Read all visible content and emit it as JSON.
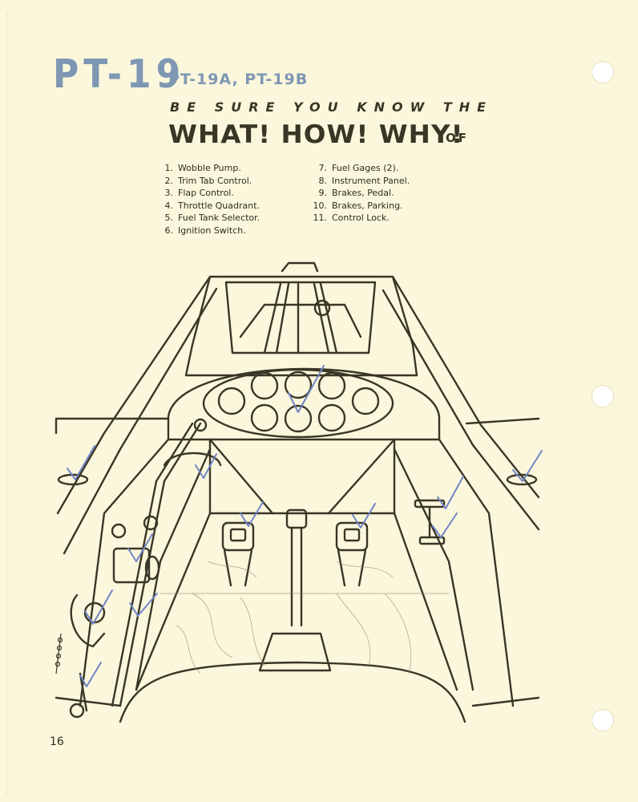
{
  "header": {
    "model": "PT-19",
    "variants": "PT-19A, PT-19B"
  },
  "heading": {
    "line1": "BE SURE YOU KNOW THE",
    "line2": "WHAT! HOW! WHY!",
    "suffix": "OF"
  },
  "items_left": [
    {
      "num": "1.",
      "text": "Wobble Pump."
    },
    {
      "num": "2.",
      "text": "Trim Tab Control."
    },
    {
      "num": "3.",
      "text": "Flap Control."
    },
    {
      "num": "4.",
      "text": "Throttle Quadrant."
    },
    {
      "num": "5.",
      "text": "Fuel Tank Selector."
    },
    {
      "num": "6.",
      "text": "Ignition Switch."
    }
  ],
  "items_right": [
    {
      "num": "7.",
      "text": "Fuel Gages (2)."
    },
    {
      "num": "8.",
      "text": "Instrument Panel."
    },
    {
      "num": "9.",
      "text": "Brakes, Pedal."
    },
    {
      "num": "10.",
      "text": "Brakes, Parking."
    },
    {
      "num": "11.",
      "text": "Control Lock."
    }
  ],
  "page_number": "16",
  "colors": {
    "paper": "#fbf7dc",
    "header_blue": "#7e97b3",
    "ink": "#3a3626",
    "pen_check": "#6f86c4"
  }
}
